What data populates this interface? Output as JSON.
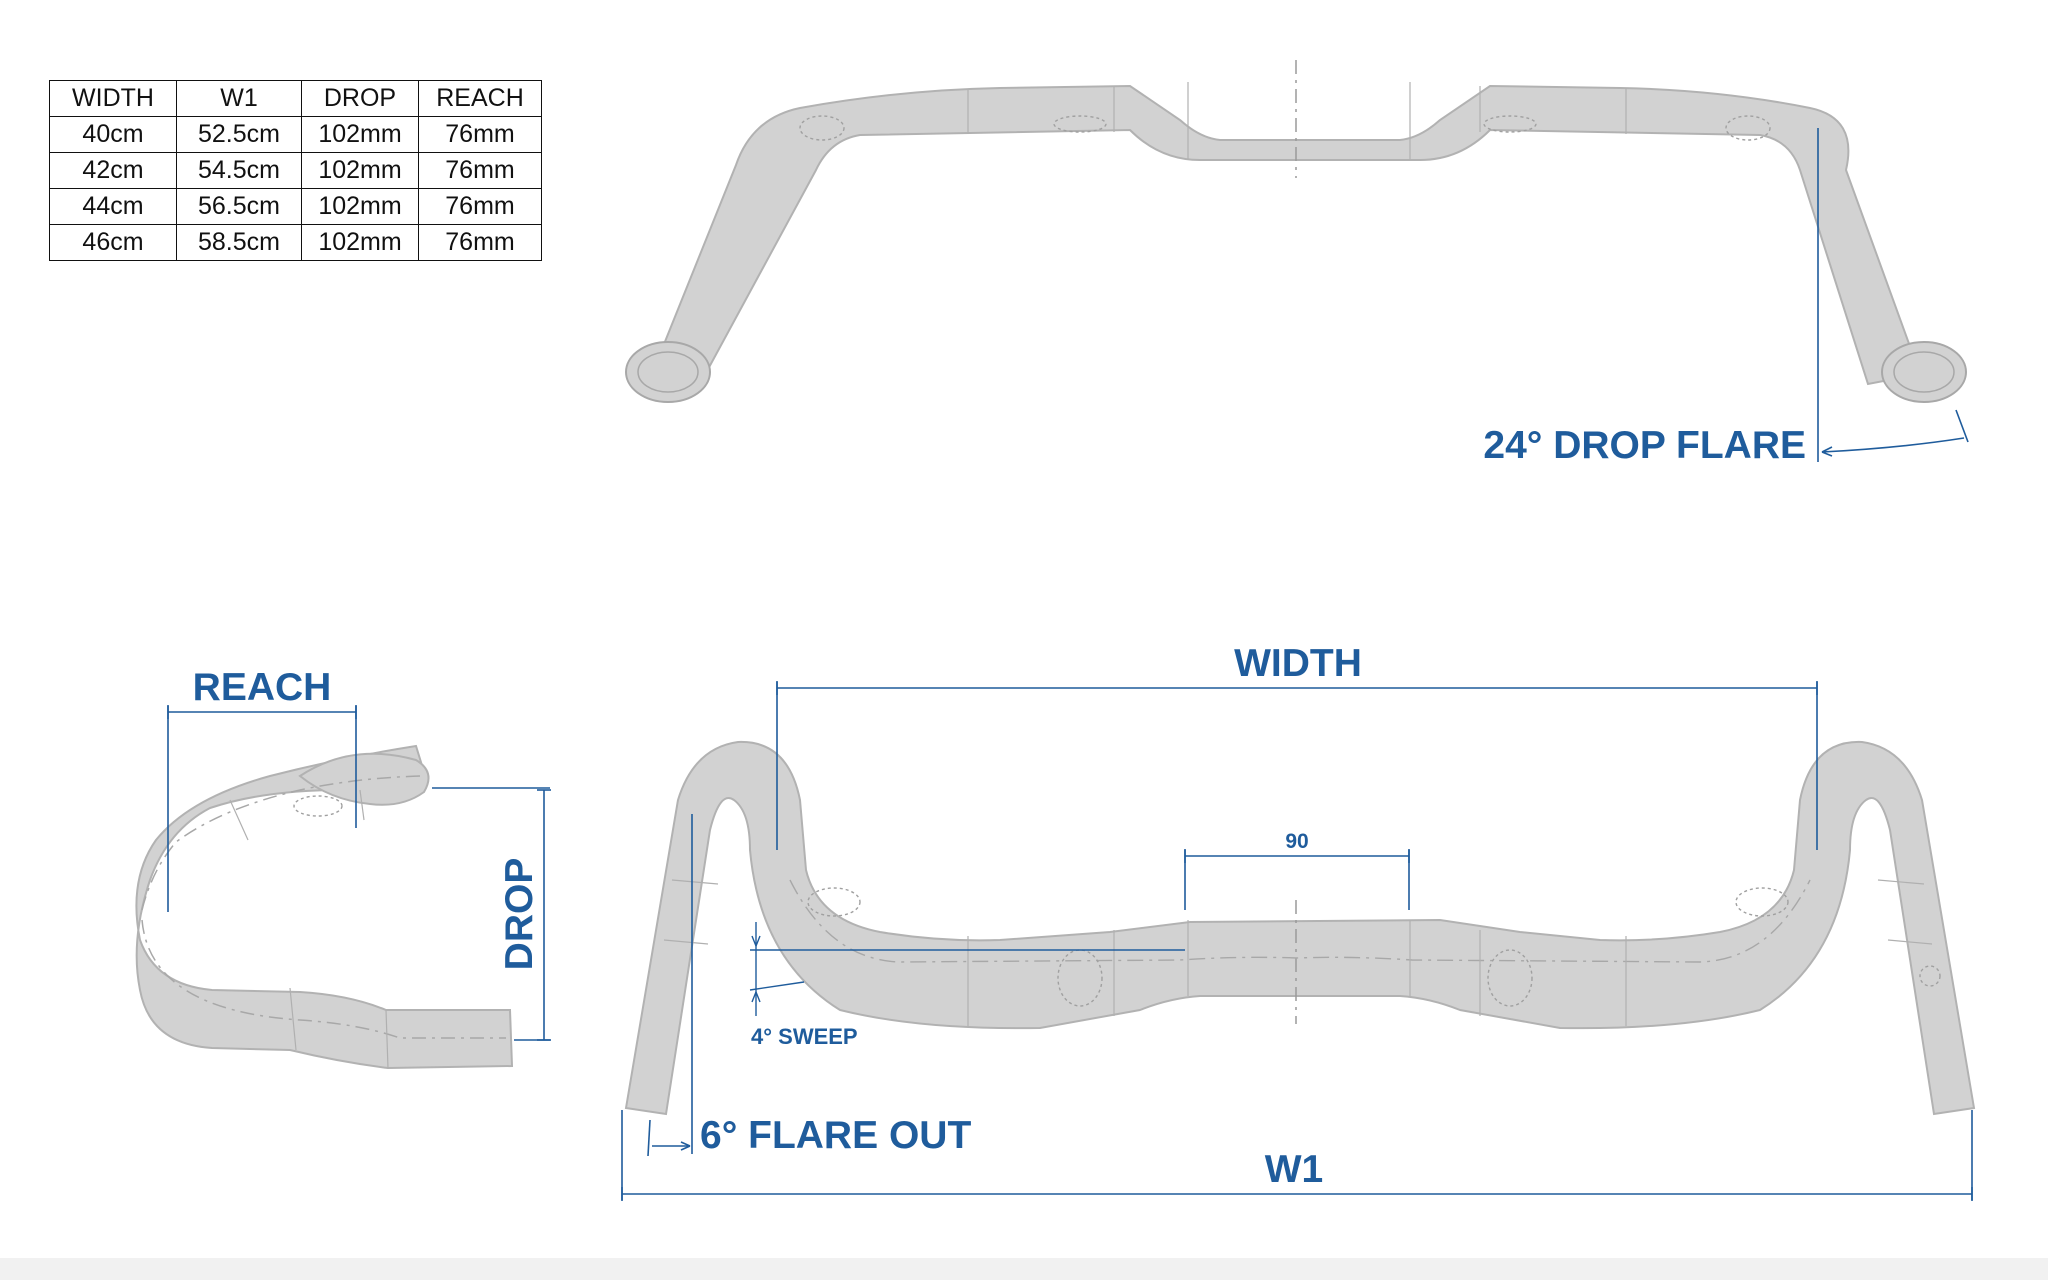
{
  "table": {
    "headers": [
      "WIDTH",
      "W1",
      "DROP",
      "REACH"
    ],
    "rows": [
      [
        "40cm",
        "52.5cm",
        "102mm",
        "76mm"
      ],
      [
        "42cm",
        "54.5cm",
        "102mm",
        "76mm"
      ],
      [
        "44cm",
        "56.5cm",
        "102mm",
        "76mm"
      ],
      [
        "46cm",
        "58.5cm",
        "102mm",
        "76mm"
      ]
    ]
  },
  "labels": {
    "drop_flare": "24° DROP FLARE",
    "reach": "REACH",
    "drop": "DROP",
    "width": "WIDTH",
    "center_clamp": "90",
    "sweep": "4° SWEEP",
    "flare_out": "6° FLARE OUT",
    "w1": "W1"
  },
  "colors": {
    "bar": "#d2d2d2",
    "bar_line": "#a8a8a8",
    "dimension": "#1f5c9c",
    "table_border": "#111111"
  }
}
